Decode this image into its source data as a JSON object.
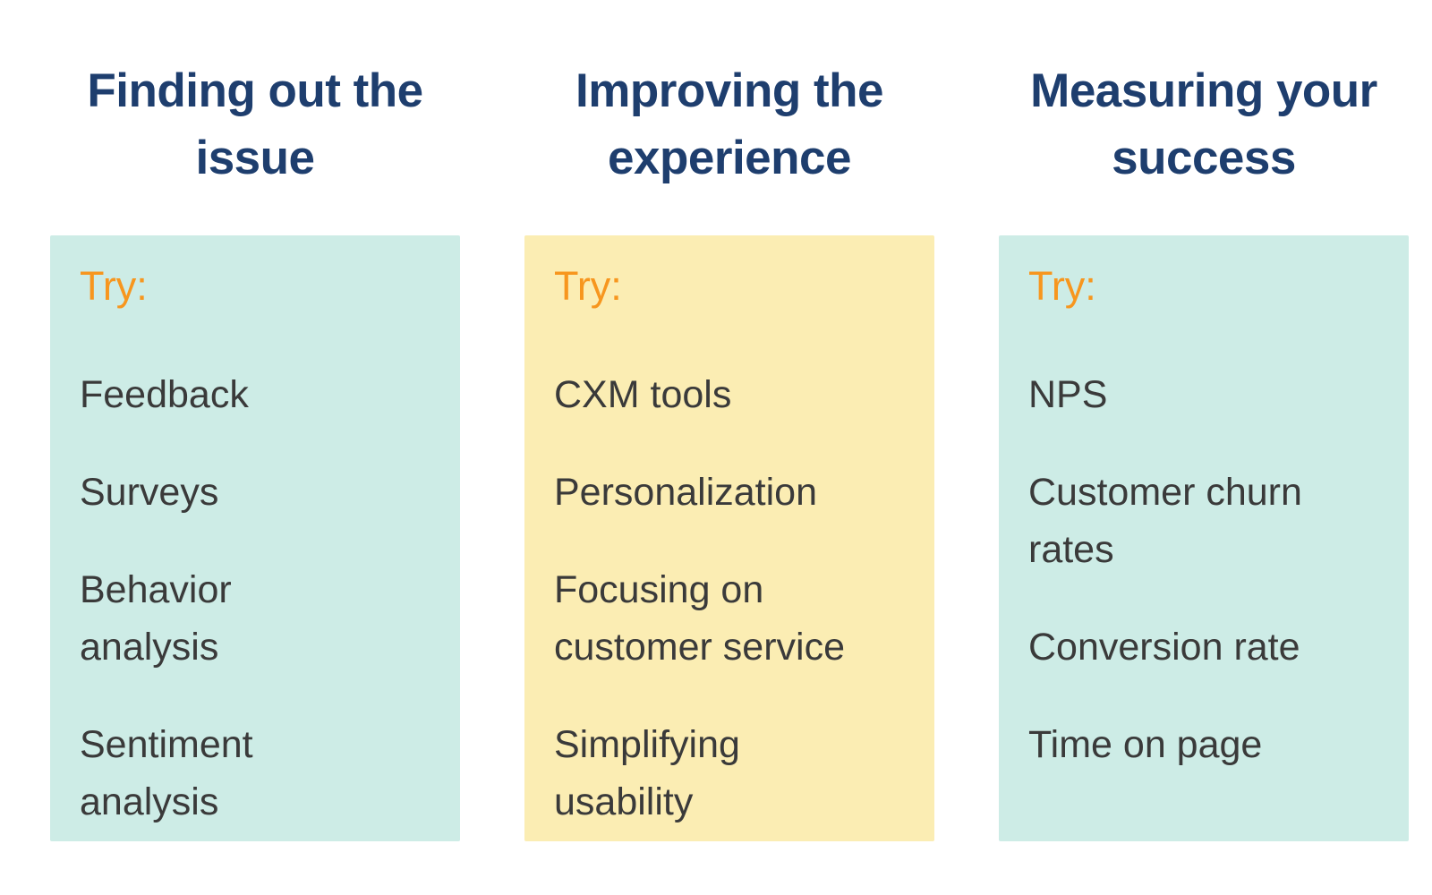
{
  "columns": [
    {
      "title": "Finding out the issue",
      "try_label": "Try:",
      "card_tone": "mint",
      "items": [
        "Feedback",
        "Surveys",
        "Behavior analysis",
        "Sentiment analysis"
      ]
    },
    {
      "title": "Improving the experience",
      "try_label": "Try:",
      "card_tone": "yellow",
      "items": [
        "CXM tools",
        "Personalization",
        "Focusing on customer service",
        "Simplifying usability"
      ]
    },
    {
      "title": "Measuring your success",
      "try_label": "Try:",
      "card_tone": "mint",
      "items": [
        "NPS",
        "Customer churn rates",
        "Conversion rate",
        "Time on page"
      ]
    }
  ],
  "colors": {
    "background": "#FFFFFF",
    "heading_navy": "#1E3E6E",
    "try_orange": "#F7961E",
    "card_mint": "#CDECE6",
    "card_yellow": "#FBEDB3",
    "item_gray": "#3A3A3A"
  }
}
